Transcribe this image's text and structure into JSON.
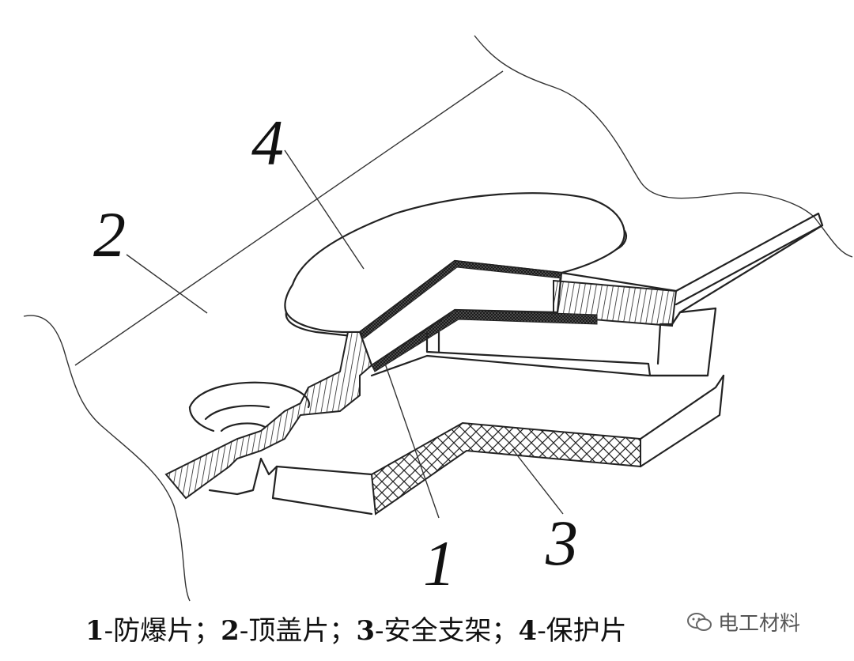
{
  "callouts": [
    {
      "id": "1",
      "label": "1"
    },
    {
      "id": "2",
      "label": "2"
    },
    {
      "id": "3",
      "label": "3"
    },
    {
      "id": "4",
      "label": "4"
    }
  ],
  "caption": {
    "items": [
      {
        "num": "1",
        "text": "-防爆片；"
      },
      {
        "num": "2",
        "text": "-顶盖片；"
      },
      {
        "num": "3",
        "text": "-安全支架；"
      },
      {
        "num": "4",
        "text": "-保护片"
      }
    ]
  },
  "watermark": {
    "text": "电工材料",
    "icon": "wechat-icon"
  }
}
